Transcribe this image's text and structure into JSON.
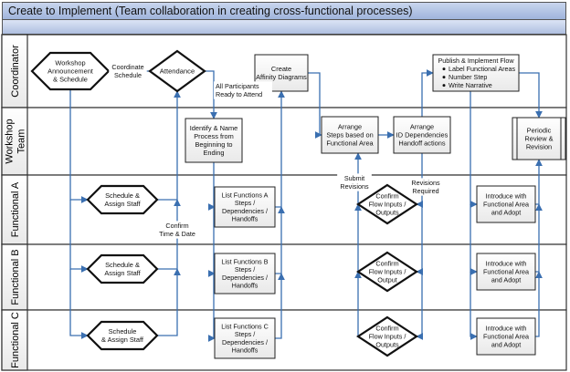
{
  "title": "Create to Implement (Team collaboration in creating cross-functional processes)",
  "lanes": [
    {
      "id": "coordinator",
      "lines": [
        "Coordinator"
      ]
    },
    {
      "id": "workshop-team",
      "lines": [
        "Workshop",
        "Team"
      ]
    },
    {
      "id": "functional-a",
      "lines": [
        "Functional A"
      ]
    },
    {
      "id": "functional-b",
      "lines": [
        "Functional B"
      ]
    },
    {
      "id": "functional-c",
      "lines": [
        "Functional C"
      ]
    }
  ],
  "nodes": {
    "workshop": {
      "lines": [
        "Workshop",
        "Announcement",
        "& Schedule"
      ]
    },
    "attendance": {
      "lines": [
        "Attendance"
      ]
    },
    "affinity": {
      "lines": [
        "Create",
        "Affinity Diagrams"
      ]
    },
    "publish_title": {
      "lines": [
        "Publish & Implement Flow"
      ]
    },
    "publish_bullets": {
      "lines": [
        "Label Functional Areas",
        "Number Step",
        "Write Narrative"
      ]
    },
    "identify": {
      "lines": [
        "Identify & Name",
        "Process from",
        "Beginning to",
        "Ending"
      ]
    },
    "arrange_steps": {
      "lines": [
        "Arrange",
        "Steps based on",
        "Functional Area"
      ]
    },
    "arrange_deps": {
      "lines": [
        "Arrange",
        "ID Dependencies",
        "Handoff actions"
      ]
    },
    "periodic": {
      "lines": [
        "Periodic",
        "Review &",
        "Revision"
      ]
    },
    "sched_a": {
      "lines": [
        "Schedule &",
        "Assign Staff"
      ]
    },
    "list_a": {
      "lines": [
        "List Functions A",
        "Steps /",
        "Dependencies /",
        "Handoffs"
      ]
    },
    "confirm_a": {
      "lines": [
        "Confirm",
        "Flow Inputs /",
        "Outputs"
      ]
    },
    "intro_a": {
      "lines": [
        "Introduce with",
        "Functional Area",
        "and Adopt"
      ]
    },
    "sched_b": {
      "lines": [
        "Schedule &",
        "Assign Staff"
      ]
    },
    "list_b": {
      "lines": [
        "List Functions B",
        "Steps /",
        "Dependencies /",
        "Handoffs"
      ]
    },
    "confirm_b": {
      "lines": [
        "Confirm",
        "Flow Inputs /",
        "Output"
      ]
    },
    "intro_b": {
      "lines": [
        "Introduce with",
        "Functional Area",
        "and Adopt"
      ]
    },
    "sched_c": {
      "lines": [
        "Schedule",
        "& Assign Staff"
      ]
    },
    "list_c": {
      "lines": [
        "List Functions C",
        "Steps /",
        "Dependencies /",
        "Handoffs"
      ]
    },
    "confirm_c": {
      "lines": [
        "Confirm",
        "Flow Inputs /",
        "Outputs"
      ]
    },
    "intro_c": {
      "lines": [
        "Introduce with",
        "Functional Area",
        "and Adopt"
      ]
    }
  },
  "labels": {
    "coordinate": {
      "lines": [
        "Coordinate",
        "Schedule"
      ]
    },
    "ready": {
      "lines": [
        "All Participants",
        "Ready to Attend"
      ]
    },
    "confirm_time": {
      "lines": [
        "Confirm",
        "Time & Date"
      ]
    },
    "submit": {
      "lines": [
        "Submit",
        "Revisions"
      ]
    },
    "revisions": {
      "lines": [
        "Revisions",
        "Required"
      ]
    }
  }
}
